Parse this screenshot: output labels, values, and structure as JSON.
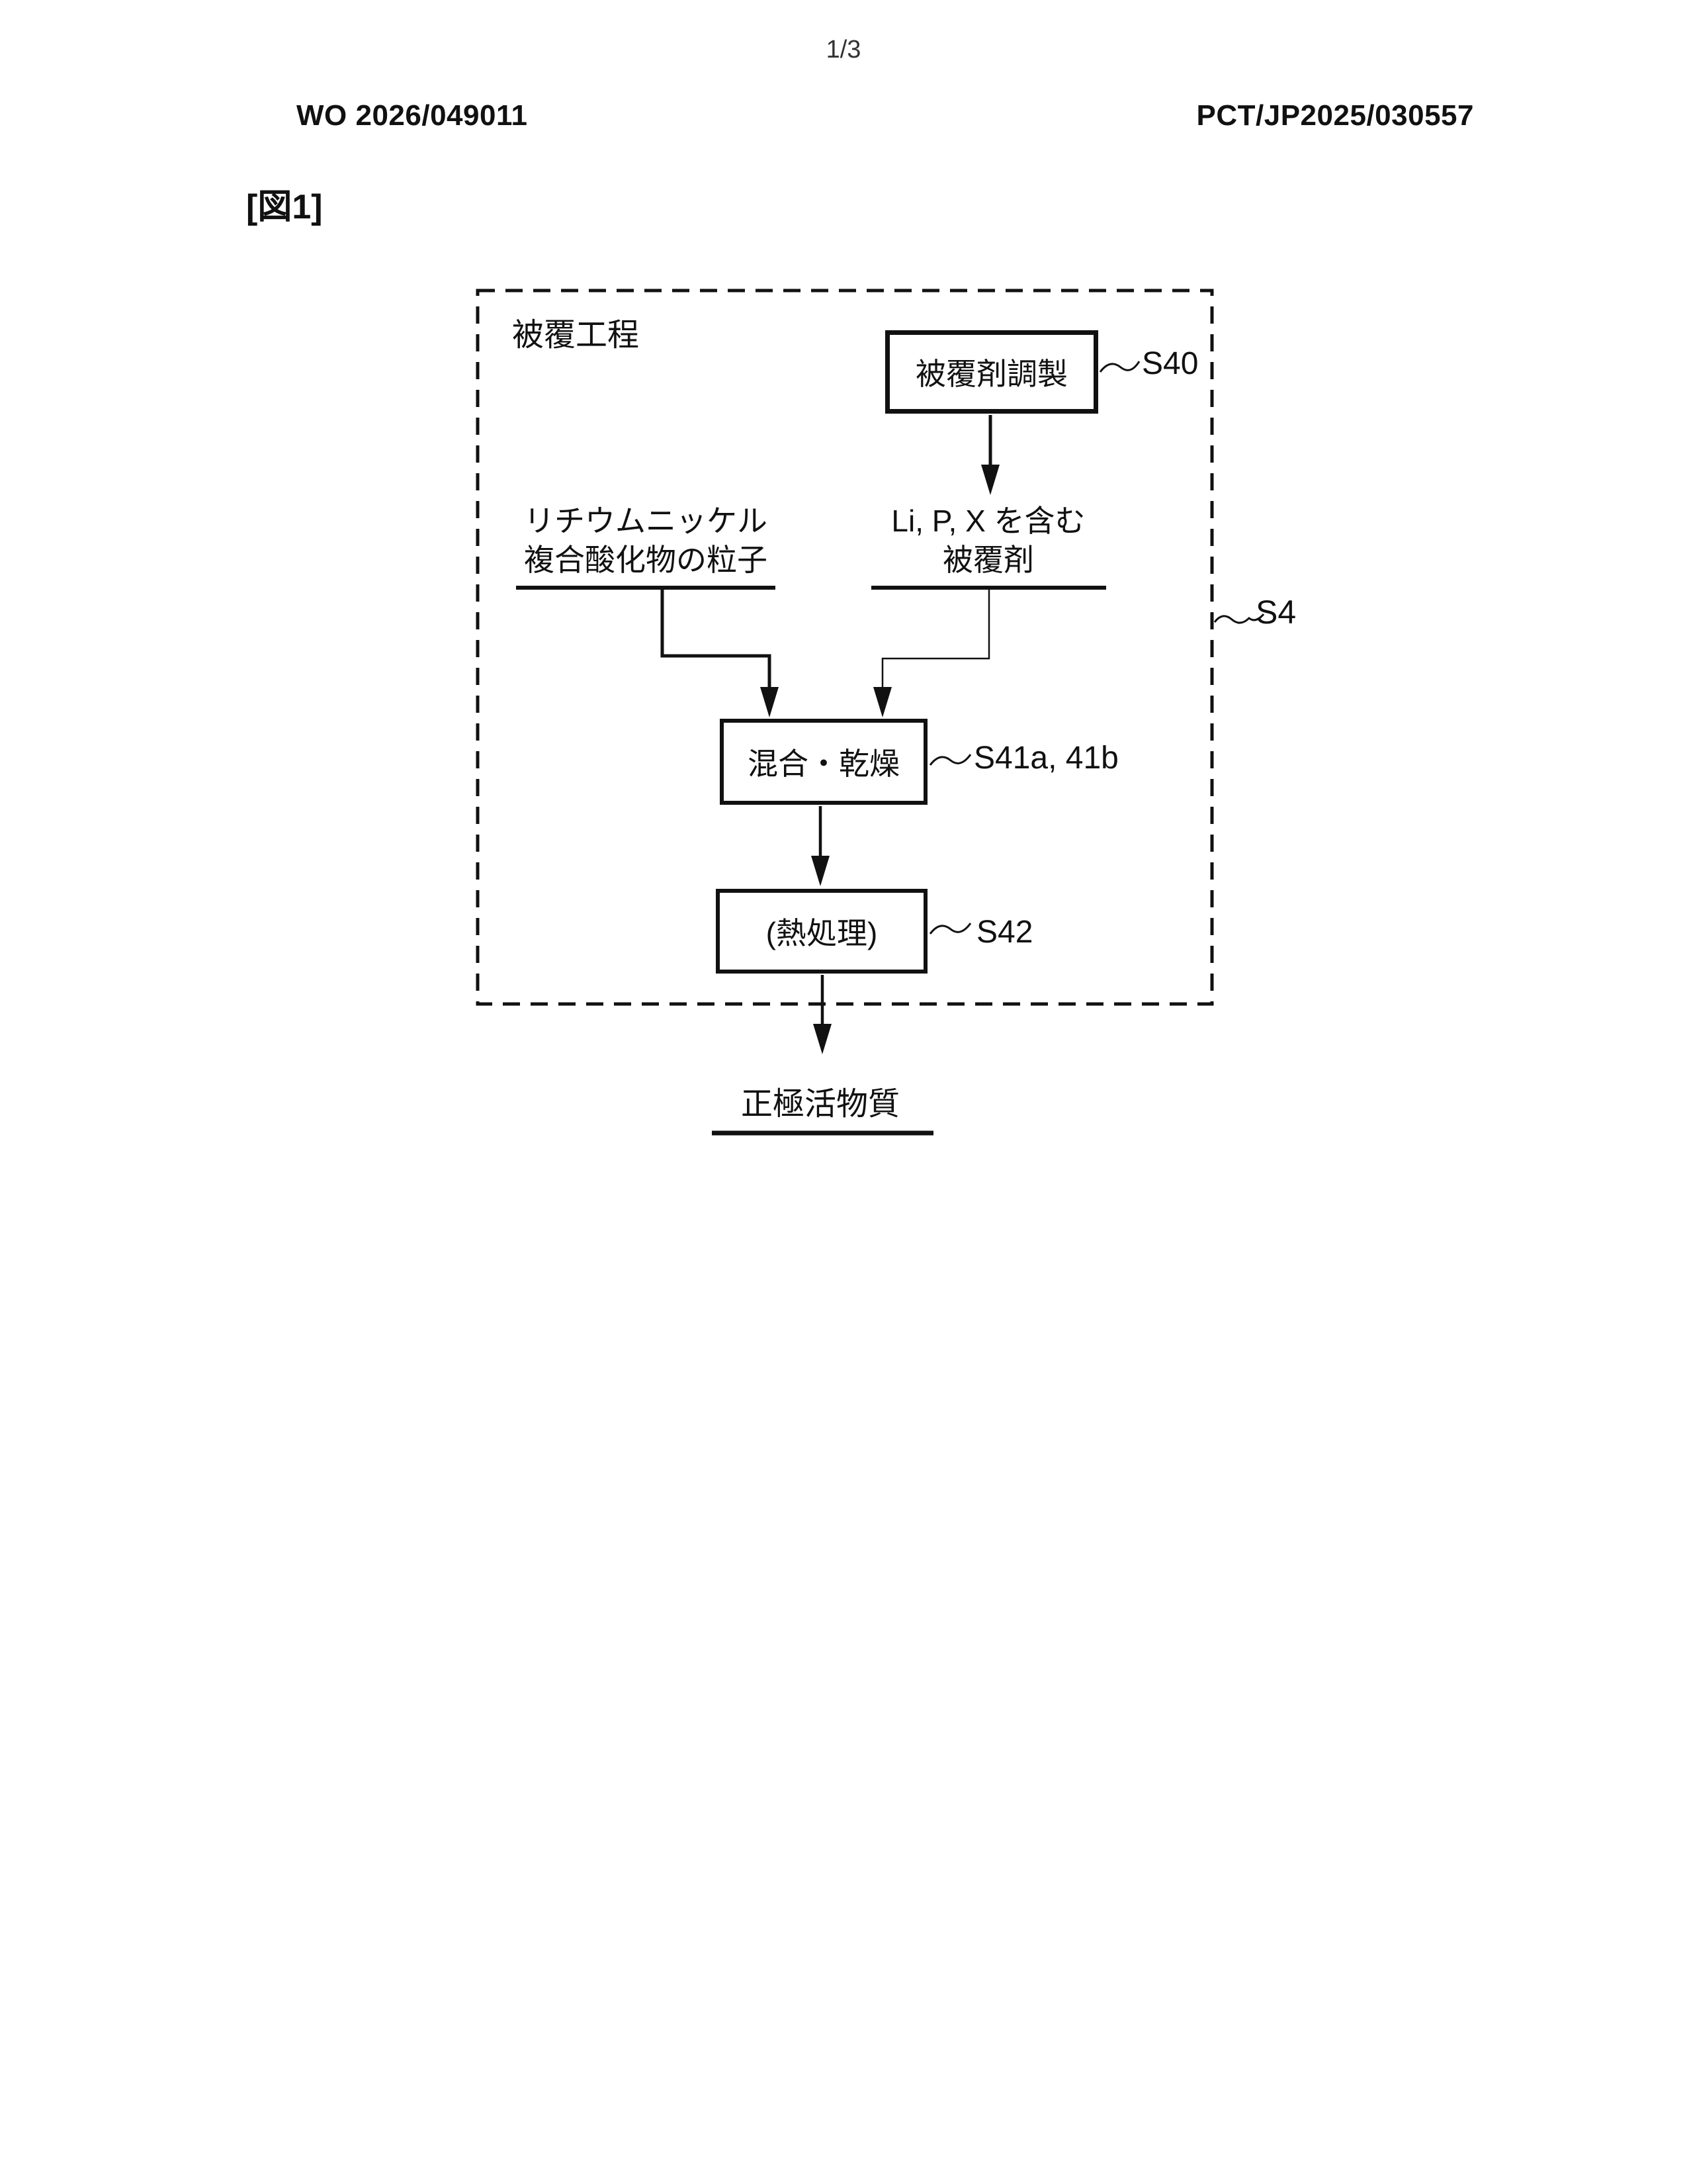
{
  "page": {
    "sheet_number": "1/3",
    "publication_number": "WO 2026/049011",
    "application_number": "PCT/JP2025/030557",
    "figure_label": "[図1]"
  },
  "diagram": {
    "process_group": {
      "label": "被覆工程",
      "ref": "S4"
    },
    "steps": {
      "coating_agent_preparation": {
        "label": "被覆剤調製",
        "ref": "S40"
      },
      "mixing_drying": {
        "label": "混合・乾燥",
        "ref": "S41a, 41b"
      },
      "heat_treatment": {
        "label": "(熱処理)",
        "ref": "S42"
      }
    },
    "inputs": {
      "left": {
        "line1": "リチウムニッケル",
        "line2": "複合酸化物の粒子"
      },
      "right": {
        "line1": "Li, P, X を含む",
        "line2": "被覆剤"
      }
    },
    "output": {
      "label": "正極活物質"
    },
    "colors": {
      "ink": "#111111",
      "paper": "#ffffff"
    }
  }
}
